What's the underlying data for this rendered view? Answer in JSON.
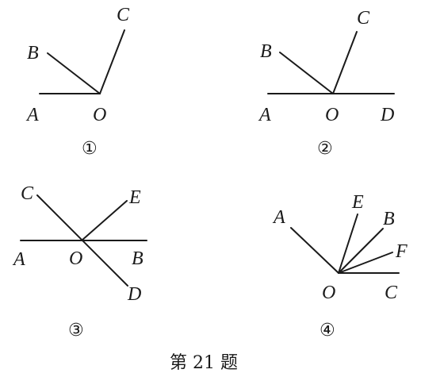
{
  "figures": [
    {
      "number": "①",
      "labels": {
        "A": "A",
        "B": "B",
        "C": "C",
        "O": "O"
      }
    },
    {
      "number": "②",
      "labels": {
        "A": "A",
        "B": "B",
        "C": "C",
        "D": "D",
        "O": "O"
      }
    },
    {
      "number": "③",
      "labels": {
        "A": "A",
        "B": "B",
        "C": "C",
        "D": "D",
        "E": "E",
        "O": "O"
      }
    },
    {
      "number": "④",
      "labels": {
        "A": "A",
        "B": "B",
        "C": "C",
        "E": "E",
        "F": "F",
        "O": "O"
      }
    }
  ],
  "caption": "第 21 题"
}
